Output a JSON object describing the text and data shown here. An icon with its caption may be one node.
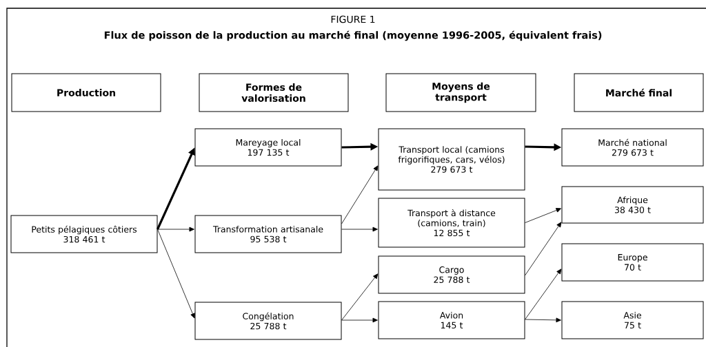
{
  "diagram": {
    "title": "Flux de poisson de la production au marché final (moyenne 1996-2005, équivalent frais)",
    "nodes": [
      {
        "text": [
          "Production"
        ]
      },
      {
        "text": [
          "Formes de valorisation"
        ]
      },
      {
        "text": [
          "Moyens de transport"
        ]
      },
      {
        "text": [
          "Marché final"
        ]
      },
      {
        "text": [
          "Petits pélagiques côtiers",
          "318 461 t"
        ]
      },
      {
        "text": [
          "Mareyage local",
          "197 135 t"
        ]
      },
      {
        "text": [
          "Transformation artisanale",
          "95 538 t"
        ]
      },
      {
        "text": [
          "Congélation",
          "25 788 t"
        ]
      },
      {
        "text": [
          "Transport local (camions frigorifiques, cars, vélos)",
          "279 673 t"
        ]
      },
      {
        "text": [
          "Transport à distance (camions, train)",
          "12 855 t"
        ]
      },
      {
        "text": [
          "Cargo",
          "25 788 t"
        ]
      },
      {
        "text": [
          "Avion",
          "145 t"
        ]
      },
      {
        "text": [
          "Marché national",
          "279 673 t"
        ]
      },
      {
        "text": [
          "Afrique",
          "38 430 t"
        ]
      },
      {
        "text": [
          "Europe",
          "70 t"
        ]
      },
      {
        "text": [
          "Asie",
          "75 t"
        ]
      }
    ],
    "edges": [
      {
        "from": 4,
        "to": 5,
        "arrow": "to",
        "style": "thick"
      },
      {
        "from": 4,
        "to": 6,
        "arrow": "to"
      },
      {
        "from": 4,
        "to": 7,
        "arrow": "to"
      },
      {
        "from": 5,
        "to": 8,
        "arrow": "to",
        "style": "thick"
      },
      {
        "from": 6,
        "to": 8,
        "arrow": "to"
      },
      {
        "from": 6,
        "to": 9,
        "arrow": "to"
      },
      {
        "from": 7,
        "to": 10,
        "arrow": "to"
      },
      {
        "from": 7,
        "to": 11,
        "arrow": "to"
      },
      {
        "from": 8,
        "to": 12,
        "arrow": "to",
        "style": "thick"
      },
      {
        "from": 9,
        "to": 13,
        "arrow": "to"
      },
      {
        "from": 10,
        "to": 13,
        "arrow": "to"
      },
      {
        "from": 11,
        "to": 14,
        "arrow": "to"
      },
      {
        "from": 11,
        "to": 15,
        "arrow": "to"
      }
    ],
    "labels": [
      "FIGURE 1"
    ]
  }
}
